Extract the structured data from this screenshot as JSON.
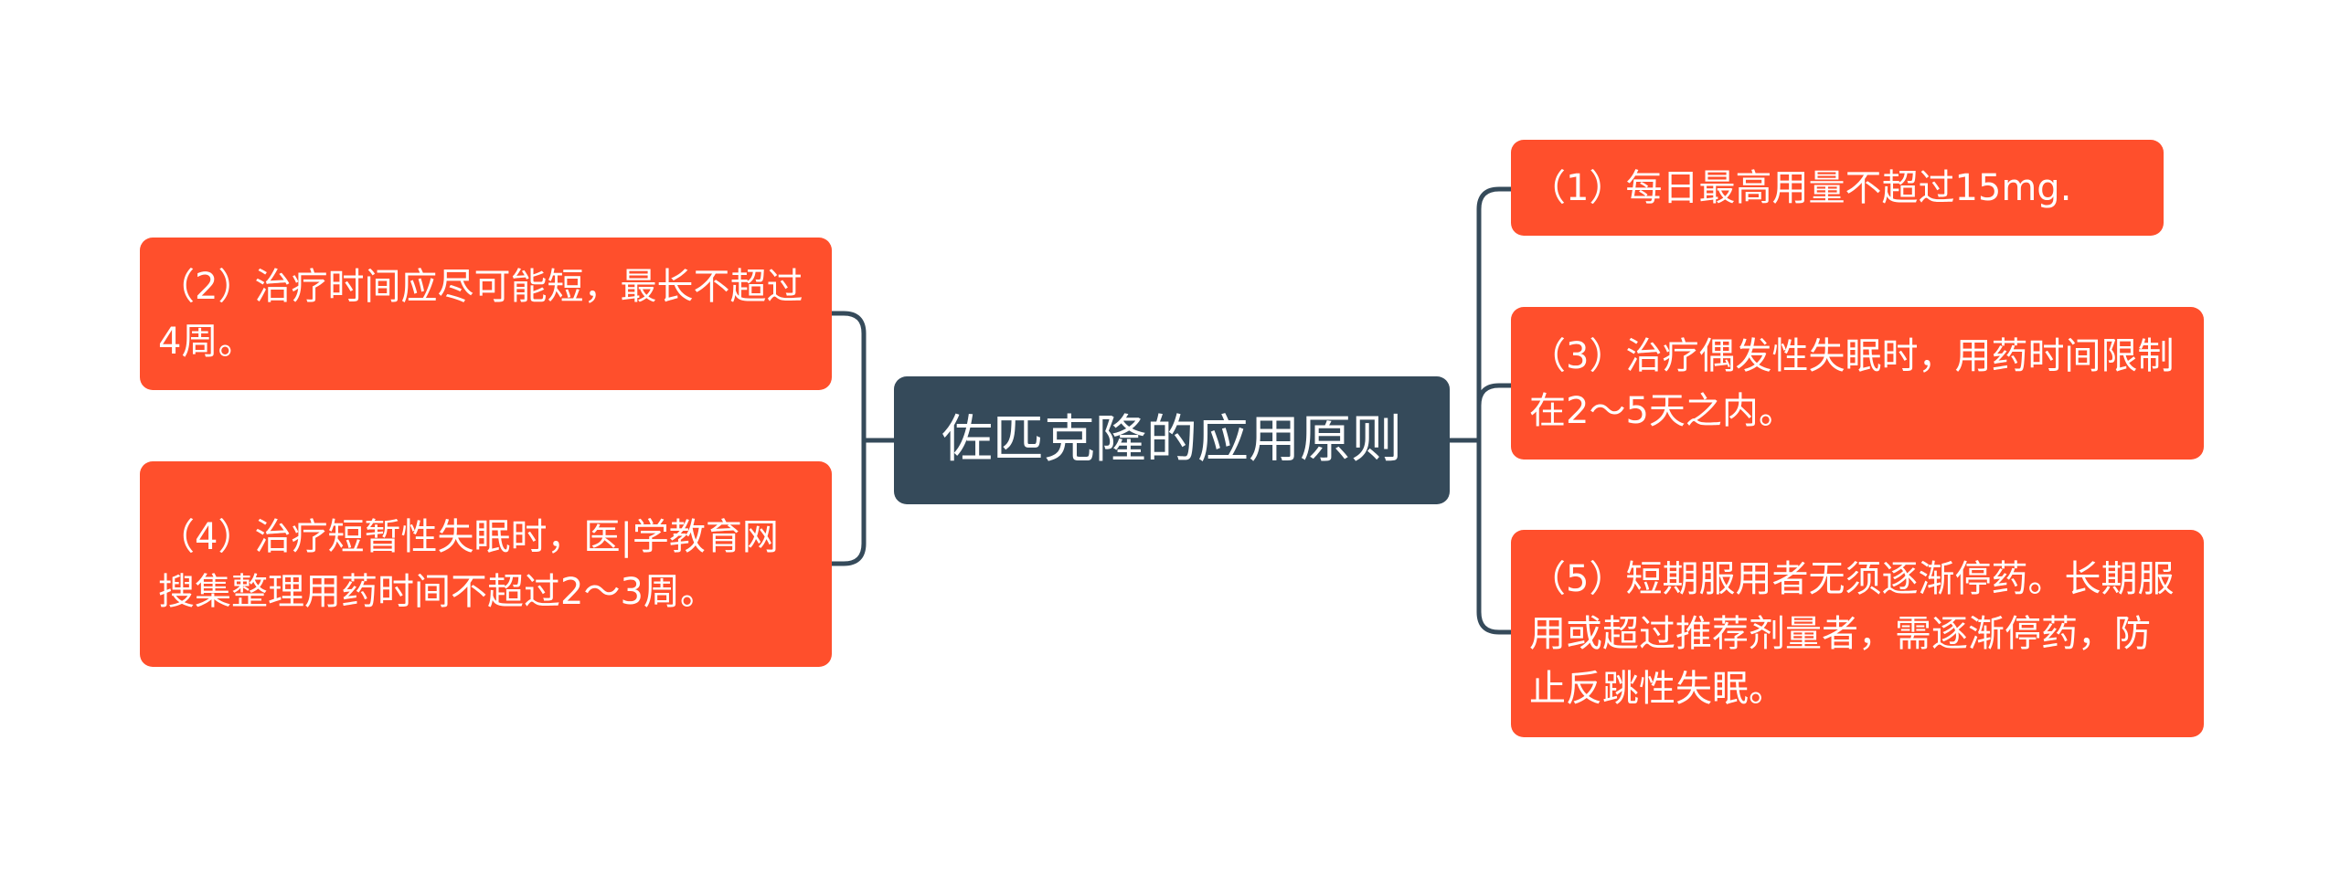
{
  "colors": {
    "central_fill": "#354a5a",
    "branch_fill": "#ff4f2c",
    "connector": "#354a5a",
    "text": "#ffffff"
  },
  "central": {
    "text": "佐匹克隆的应用原则"
  },
  "left_nodes": [
    {
      "text": "（2）治疗时间应尽可能短，最长不超过4周。"
    },
    {
      "text": "（4）治疗短暂性失眠时，医|学教育网搜集整理用药时间不超过2～3周。"
    }
  ],
  "right_nodes": [
    {
      "text": "（1）每日最高用量不超过15mg."
    },
    {
      "text": "（3）治疗偶发性失眠时，用药时间限制在2～5天之内。"
    },
    {
      "text": "（5）短期服用者无须逐渐停药。长期服用或超过推荐剂量者，需逐渐停药，防止反跳性失眠。"
    }
  ]
}
